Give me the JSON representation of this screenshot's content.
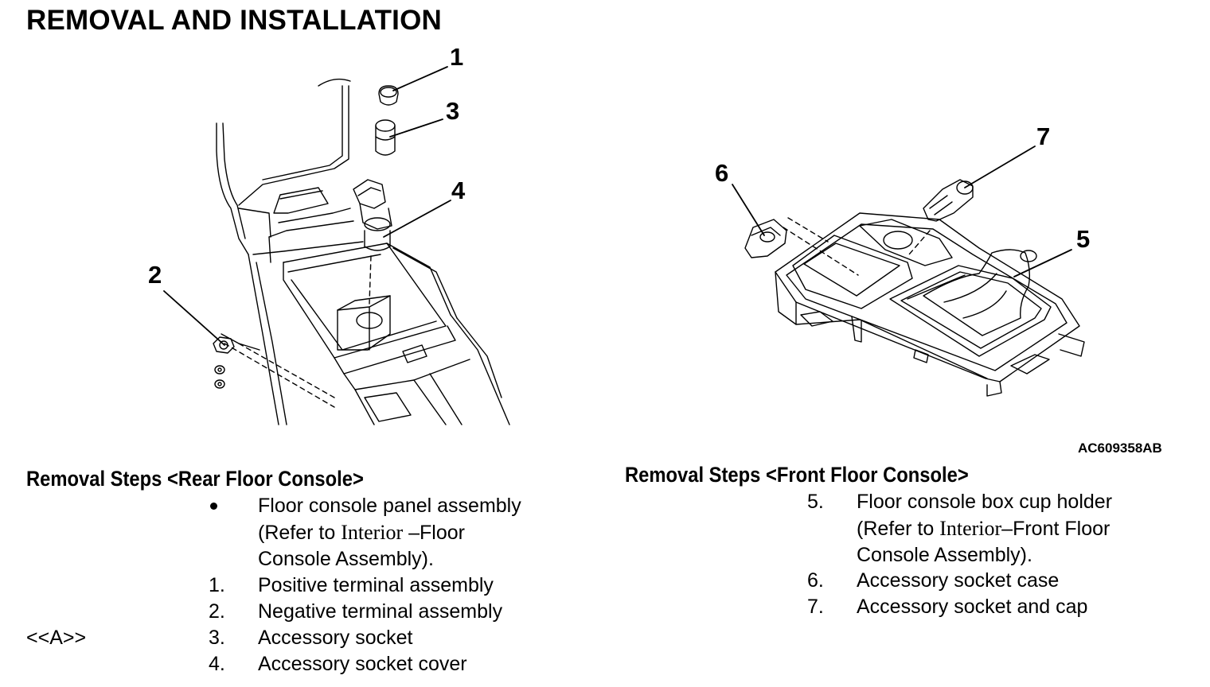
{
  "title": "REMOVAL AND INSTALLATION",
  "figure": {
    "code": "AC609358AB",
    "callouts": [
      "1",
      "2",
      "3",
      "4",
      "5",
      "6",
      "7"
    ]
  },
  "rear": {
    "heading": "Removal Steps <Rear Floor Console>",
    "steps": [
      {
        "num": "",
        "lines": [
          "Floor console panel assembly",
          "(Refer to |Interior| –Floor",
          "Console Assembly)."
        ],
        "note": ""
      },
      {
        "num": "1.",
        "lines": [
          "Positive terminal assembly"
        ],
        "note": ""
      },
      {
        "num": "2.",
        "lines": [
          "Negative terminal assembly"
        ],
        "note": ""
      },
      {
        "num": "3.",
        "lines": [
          "Accessory socket"
        ],
        "note": "<<A>>"
      },
      {
        "num": "4.",
        "lines": [
          "Accessory socket cover"
        ],
        "note": ""
      }
    ]
  },
  "front": {
    "heading": "Removal Steps <Front Floor Console>",
    "steps": [
      {
        "num": "5.",
        "lines": [
          "Floor console box cup holder",
          "(Refer to |Interior|–Front Floor",
          "Console Assembly)."
        ]
      },
      {
        "num": "6.",
        "lines": [
          "Accessory socket case"
        ]
      },
      {
        "num": "7.",
        "lines": [
          "Accessory socket and cap"
        ]
      }
    ]
  }
}
